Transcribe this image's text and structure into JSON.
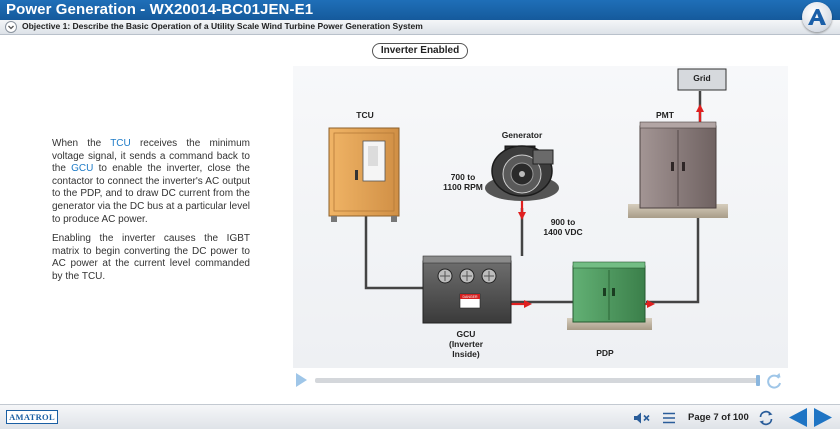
{
  "window": {
    "title": "Power Generation - WX20014-BC01JEN-E1"
  },
  "objective": {
    "text": "Objective 1: Describe the Basic Operation of a Utility Scale Wind Turbine Power Generation System"
  },
  "state_label": "Inverter Enabled",
  "paragraphs": {
    "p1": {
      "before_tcu": "When the ",
      "tcu": "TCU",
      "after_tcu": " receives the minimum voltage signal, it sends a command back to the ",
      "gcu": "GCU",
      "after_gcu": " to enable the inverter, close the contactor to connect the inverter's AC output to the PDP, and to draw DC current from the generator via the DC bus at a particular level to produce AC power."
    },
    "p2": "Enabling the inverter causes the IGBT matrix to begin converting the DC power to AC power at the current level commanded by the TCU."
  },
  "diagram": {
    "labels": {
      "grid": "Grid",
      "pmt": "PMT",
      "tcu": "TCU",
      "generator": "Generator",
      "rpm": [
        "700 to",
        "1100 RPM"
      ],
      "vdc": [
        "900 to",
        "1400 VDC"
      ],
      "gcu": [
        "GCU",
        "(Inverter",
        "Inside)"
      ],
      "pdp": "PDP",
      "danger": "DANGER"
    },
    "colors": {
      "tcu_cabinet": "#e3a35a",
      "pdp_cabinet": "#4f9a5f",
      "pmt_cabinet": "#8a7a78",
      "power_arrow": "#e02020"
    }
  },
  "footer": {
    "brand": "AMATROL",
    "page_text": "Page 7 of 100"
  },
  "icons": [
    "chevron-down-icon",
    "play-icon",
    "replay-icon",
    "mute-icon",
    "menu-icon",
    "refresh-icon",
    "prev-icon",
    "next-icon"
  ]
}
